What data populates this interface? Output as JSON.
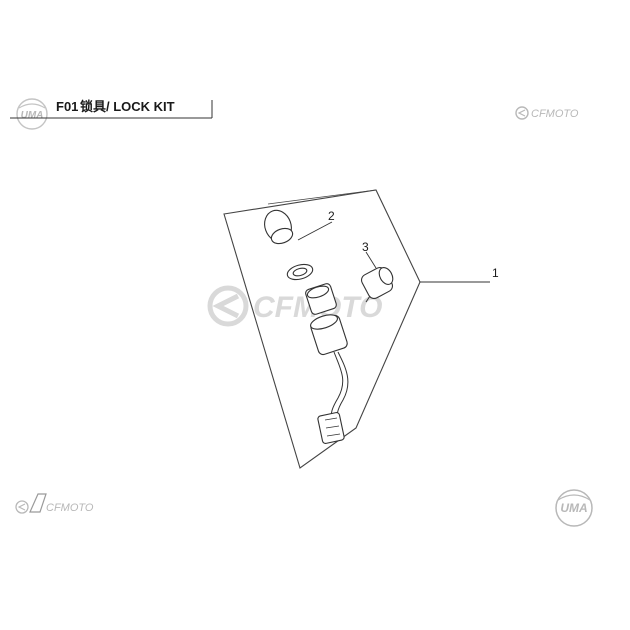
{
  "header": {
    "section_code": "F01",
    "title": "锁具/ LOCK KIT",
    "left_logo_text": "UMA",
    "right_logo_text": "CFMOTO"
  },
  "watermark": {
    "text": "CFMOTO"
  },
  "callouts": [
    "1",
    "2",
    "3"
  ],
  "footer": {
    "left_logo_text": "CFMOTO",
    "right_logo_text": "UMA"
  }
}
